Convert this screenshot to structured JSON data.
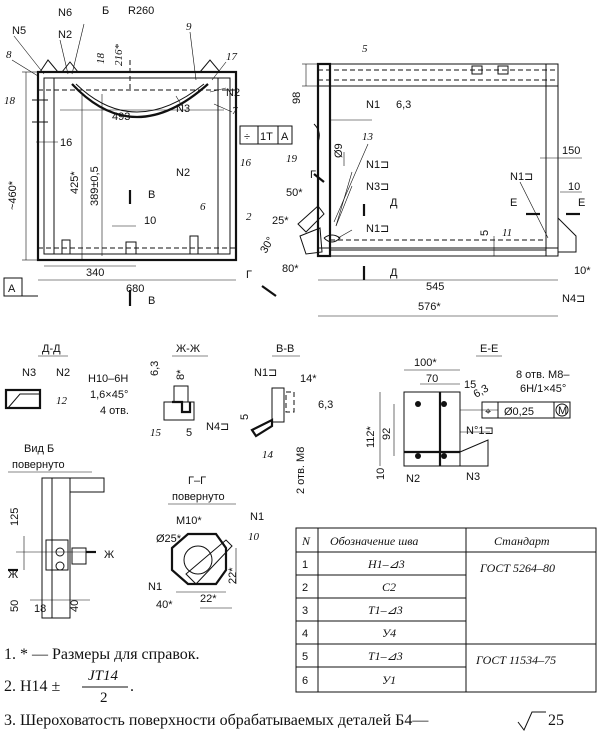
{
  "view_main": {
    "labels": {
      "n5": "N5",
      "n6": "N6",
      "b_mark": "Б",
      "r260": "R260",
      "n2_top": "N2",
      "n9": "9",
      "n17": "17",
      "n8": "8",
      "d18a": "18",
      "d216": "216*",
      "n2_right": "N2",
      "n7": "7",
      "n3": "N3",
      "d493": "493",
      "n18": "18",
      "d460": "~460*",
      "d16": "16",
      "d425": "425*",
      "d389": "389±0,5",
      "n2_center": "N2",
      "n16": "16",
      "n6b": "6",
      "section_v": "В",
      "d10": "10",
      "d340": "340",
      "d680": "680",
      "view_a": "А",
      "section_v2": "В",
      "tol_flat": "÷",
      "tol_val": "1T",
      "tol_ref": "А"
    }
  },
  "view_side": {
    "labels": {
      "n5": "5",
      "d98": "98",
      "n1_a": "N1",
      "r63": "6,3",
      "n19": "19",
      "d9": "Ø9",
      "n13": "13",
      "n1_b": "N1⊐",
      "n3": "N3⊐",
      "n1_c": "N1⊐",
      "d50": "50*",
      "sec_g": "Г",
      "sec_d1": "Д",
      "d25": "25*",
      "n2": "2",
      "d30": "30°",
      "d80": "80*",
      "sec_g2": "Г",
      "sec_d2": "Д",
      "d5": "5",
      "n11": "11",
      "n1_right": "N1⊐",
      "d150": "150",
      "d10": "10",
      "sec_e1": "Е",
      "sec_e2": "Е",
      "d10b": "10*",
      "d545": "545",
      "n4": "N4⊐",
      "d576": "576*"
    }
  },
  "section_dd": {
    "title": "Д-Д",
    "n3": "N3",
    "n2": "N2",
    "n12": "12"
  },
  "section_zz": {
    "title": "Ж-Ж",
    "thread": "H10–6H",
    "chamfer": "1,6×45°",
    "holes": "4 отв.",
    "r63": "6,3",
    "d8": "8*",
    "n15": "15",
    "d5": "5",
    "n4": "N4⊐"
  },
  "section_vv": {
    "title": "В-В",
    "n1": "N1⊐",
    "d14": "14*",
    "d5": "5",
    "r63": "6,3",
    "n14": "14",
    "holes": "2 отв. M8"
  },
  "section_ee": {
    "title": "Е-Е",
    "d100": "100*",
    "d70": "70",
    "d15": "15",
    "r63": "6,3",
    "holes_line1": "8 отв. M8–",
    "holes_line2": "6H/1×45°",
    "tol_pos": "⌖",
    "tol_val": "Ø0,25",
    "tol_m": "M",
    "d112": "112*",
    "d92": "92",
    "d10": "10",
    "n1": "N°1⊐",
    "n2": "N2",
    "n3": "N3"
  },
  "view_b": {
    "title1": "Вид Б",
    "title2": "повернуто",
    "d125": "125",
    "zh1": "Ж",
    "zh2": "Ж",
    "d50": "50",
    "d18": "18",
    "d40": "40"
  },
  "section_gg": {
    "title1": "Г–Г",
    "title2": "повернуто",
    "m10": "M10*",
    "d25": "Ø25*",
    "n1_a": "N1",
    "n10": "10",
    "n1_b": "N1",
    "d40": "40*",
    "d22a": "22*",
    "d22b": "22*"
  },
  "weld_table": {
    "headers": [
      "N",
      "Обозначение шва",
      "Стандарт"
    ],
    "rows": [
      {
        "n": "1",
        "code": "Н1–⊿3"
      },
      {
        "n": "2",
        "code": "С2"
      },
      {
        "n": "3",
        "code": "Т1–⊿3"
      },
      {
        "n": "4",
        "code": "У4"
      },
      {
        "n": "5",
        "code": "Т1–⊿3"
      },
      {
        "n": "6",
        "code": "У1"
      }
    ],
    "standards": [
      "ГОСТ 5264–80",
      "ГОСТ 11534–75"
    ]
  },
  "notes": {
    "note1": "1.  * — Размеры для справок.",
    "note2_prefix": "2. H14 ±",
    "note2_num": "JT14",
    "note2_den": "2",
    "note2_suffix": ".",
    "note3": "3. Шероховатость поверхности обрабатываемых деталей Б4—",
    "note3_val": "25"
  }
}
